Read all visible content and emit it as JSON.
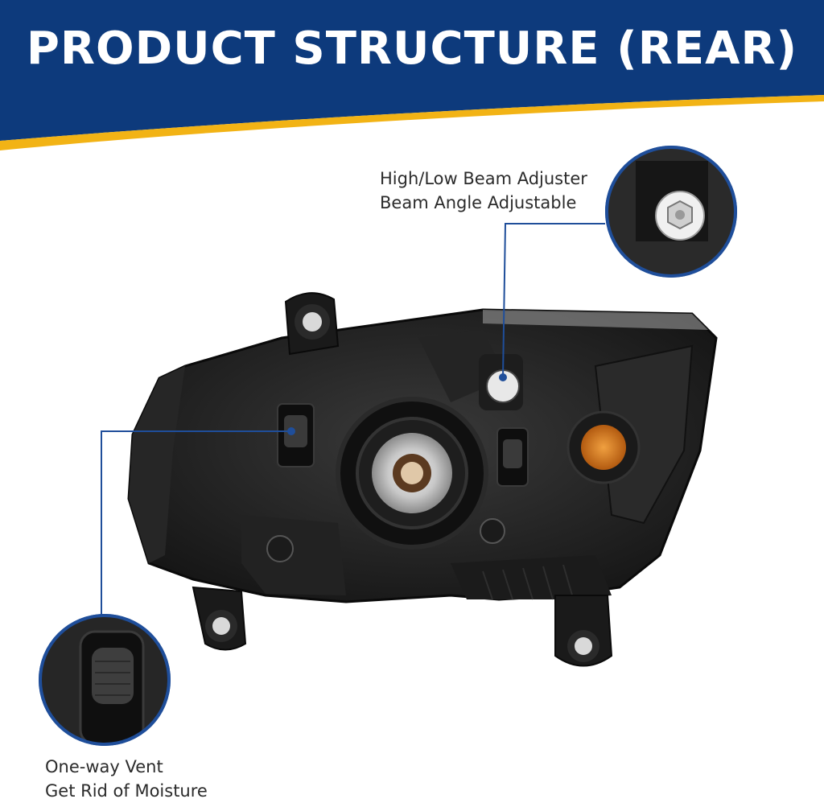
{
  "banner": {
    "title": "PRODUCT STRUCTURE (REAR)",
    "bg_color": "#0d3a7c",
    "accent_color": "#f2b315"
  },
  "callouts": {
    "adjuster": {
      "line1": "High/Low Beam Adjuster",
      "line2": "Beam Angle Adjustable"
    },
    "vent": {
      "line1": "One-way Vent",
      "line2": "Get Rid of Moisture"
    },
    "line_color": "#1f4e9a"
  },
  "icons": [
    "headlight-assembly-image",
    "adjuster-zoom-image",
    "vent-zoom-image"
  ]
}
